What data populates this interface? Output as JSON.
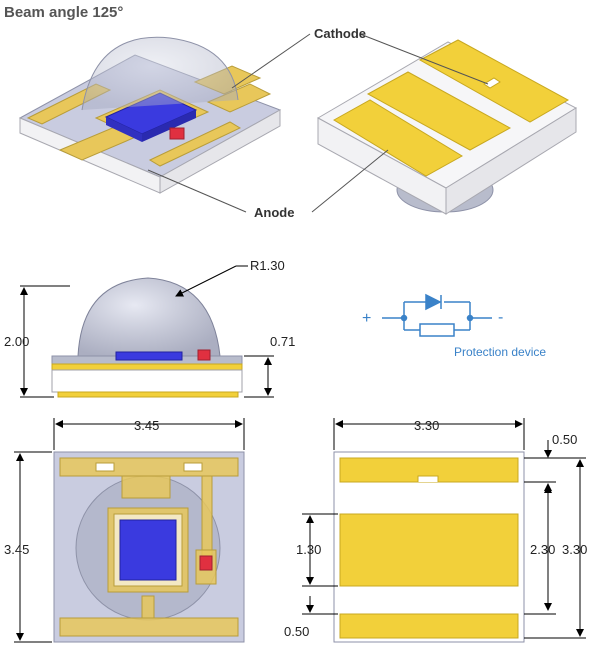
{
  "title": "Beam angle 125°",
  "labels": {
    "cathode": "Cathode",
    "anode": "Anode",
    "radius": "R1.30",
    "height_total": "2.00",
    "height_base": "0.71",
    "top_width": "3.45",
    "top_height": "3.45",
    "bottom_width": "3.30",
    "pad_small_top": "0.50",
    "pad_center": "1.30",
    "pad_span": "2.30",
    "bottom_height": "3.30",
    "pad_small_bottom": "0.50",
    "plus": "+",
    "minus": "-",
    "protection_device": "Protection device"
  },
  "colors": {
    "pad_yellow": "#f2d03a",
    "pad_gold": "#e8c75a",
    "chip_blue": "#3a3adf",
    "zener_red": "#e03040",
    "dome_gray": "#b8bccc",
    "schematic_blue": "#3a82c8"
  }
}
